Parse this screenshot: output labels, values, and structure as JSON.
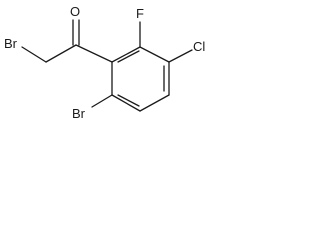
{
  "structure": {
    "atoms": {
      "oxygen": "O",
      "fluorine": "F",
      "bromine_alkyl": "Br",
      "chlorine": "Cl",
      "bromine_aryl": "Br"
    },
    "colors": {
      "bond": "#1a1a1a",
      "label": "#1a1a1a",
      "background": "#ffffff"
    }
  }
}
